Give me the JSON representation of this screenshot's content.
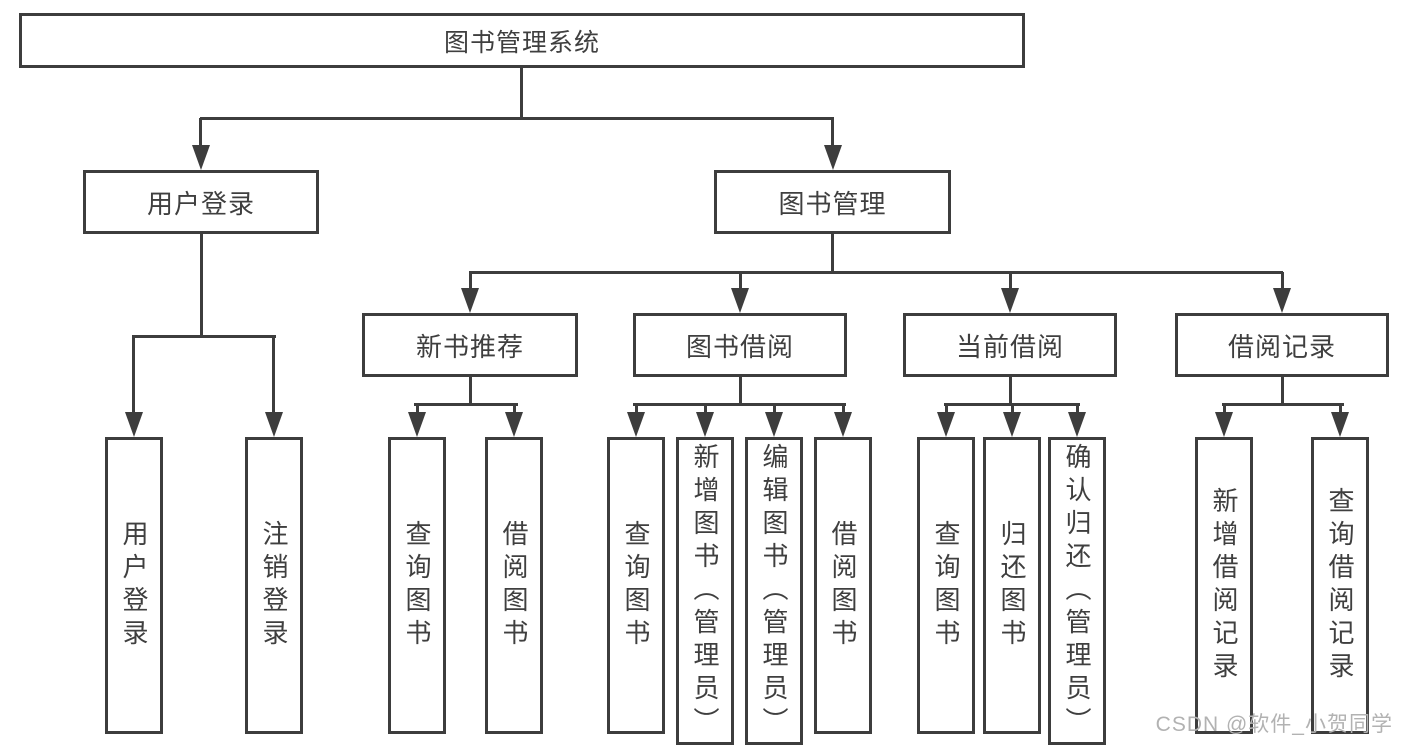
{
  "root": {
    "label": "图书管理系统"
  },
  "branches": [
    {
      "label": "用户登录",
      "leaves": [
        "用户登录",
        "注销登录"
      ]
    },
    {
      "label": "图书管理",
      "groups": [
        {
          "label": "新书推荐",
          "leaves": [
            "查询图书",
            "借阅图书"
          ]
        },
        {
          "label": "图书借阅",
          "leaves": [
            "查询图书",
            "新增图书（管理员）",
            "编辑图书（管理员）",
            "借阅图书"
          ]
        },
        {
          "label": "当前借阅",
          "leaves": [
            "查询图书",
            "归还图书",
            "确认归还（管理员）"
          ]
        },
        {
          "label": "借阅记录",
          "leaves": [
            "新增借阅记录",
            "查询借阅记录"
          ]
        }
      ]
    }
  ],
  "watermark": "CSDN @软件_小贺同学",
  "colors": {
    "line": "#3d3d3d",
    "text": "#3f3f3f",
    "watermark": "#b2b2b2",
    "background": "#ffffff"
  }
}
